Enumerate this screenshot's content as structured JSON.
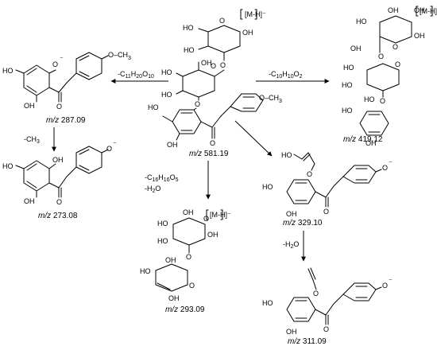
{
  "compounds": {
    "parent": {
      "label_prefix": "m/z",
      "mz": "581.19",
      "ion_note": "[M-H]⁻"
    },
    "c419": {
      "label_prefix": "m/z",
      "mz": "419.12",
      "ion_note": "[M-H]⁻"
    },
    "c287": {
      "label_prefix": "m/z",
      "mz": "287.09"
    },
    "c273": {
      "label_prefix": "m/z",
      "mz": "273.08"
    },
    "c293": {
      "label_prefix": "m/z",
      "mz": "293.09",
      "ion_note": "[M-H]⁻"
    },
    "c329": {
      "label_prefix": "m/z",
      "mz": "329.10"
    },
    "c311": {
      "label_prefix": "m/z",
      "mz": "311.09"
    }
  },
  "losses": {
    "to287": {
      "prefix": "-C",
      "c": "11",
      "h_label": "H",
      "h": "20",
      "o_label": "O",
      "o": "10"
    },
    "to419": {
      "prefix": "-C",
      "c": "10",
      "h_label": "H",
      "h": "10",
      "o_label": "O",
      "o": "2"
    },
    "to273": {
      "text": "-CH",
      "n": "3"
    },
    "to293a": {
      "prefix": "-C",
      "c": "16",
      "h_label": "H",
      "h": "16",
      "o_label": "O",
      "o": "5"
    },
    "to293b": {
      "text": "-H",
      "n": "2",
      "suffix": "O"
    },
    "to311": {
      "text": "-H",
      "n": "2",
      "suffix": "O"
    }
  },
  "atoms": {
    "OH": "OH",
    "HO": "HO",
    "O": "O",
    "OCH3_prefix": "O–CH",
    "CH3_sub": "3",
    "charge": "⁻"
  }
}
